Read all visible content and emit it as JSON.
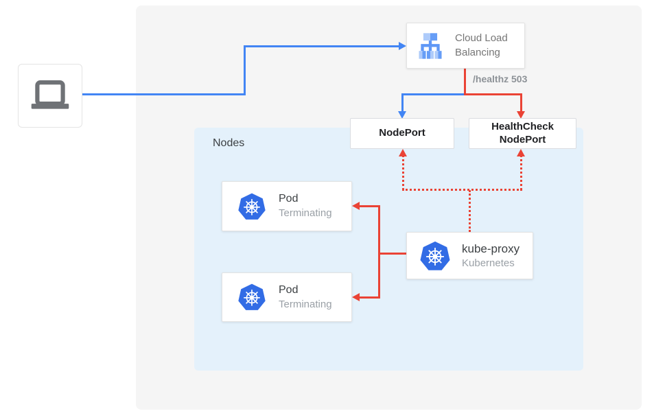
{
  "colors": {
    "blue_edge": "#4285f4",
    "red_edge": "#ea4335",
    "panel_bg": "#f5f5f5",
    "nodes_bg": "#e4f1fb",
    "kubernetes_blue": "#326ce5",
    "clb_icon_light": "#aecbfa",
    "clb_icon_medium": "#669df6",
    "laptop_gray": "#6f7276"
  },
  "client": {
    "icon": "laptop-icon"
  },
  "cloud_load_balancing": {
    "label": "Cloud Load Balancing",
    "icon": "cloud-load-balancing-icon"
  },
  "node_port": {
    "label": "NodePort"
  },
  "health_check_node_port": {
    "label": "HealthCheck NodePort"
  },
  "nodes": {
    "label": "Nodes",
    "pods": [
      {
        "title": "Pod",
        "status": "Terminating",
        "icon": "kubernetes-icon"
      },
      {
        "title": "Pod",
        "status": "Terminating",
        "icon": "kubernetes-icon"
      }
    ],
    "kube_proxy": {
      "title": "kube-proxy",
      "subtitle": "Kubernetes",
      "icon": "kubernetes-icon"
    }
  },
  "edges": [
    {
      "from": "client",
      "to": "cloud-load-balancing",
      "style": "solid",
      "color": "blue"
    },
    {
      "from": "cloud-load-balancing",
      "to": "node-port",
      "style": "solid",
      "color": "blue"
    },
    {
      "from": "cloud-load-balancing",
      "to": "health-check-node-port",
      "style": "solid",
      "color": "red",
      "label": "/healthz 503"
    },
    {
      "from": "kube-proxy",
      "to": "node-port",
      "style": "dotted",
      "color": "red"
    },
    {
      "from": "kube-proxy",
      "to": "health-check-node-port",
      "style": "dotted",
      "color": "red"
    },
    {
      "from": "kube-proxy",
      "to": "pod-1",
      "style": "solid",
      "color": "red"
    },
    {
      "from": "kube-proxy",
      "to": "pod-2",
      "style": "solid",
      "color": "red"
    }
  ],
  "edge_label_healthz": "/healthz 503"
}
